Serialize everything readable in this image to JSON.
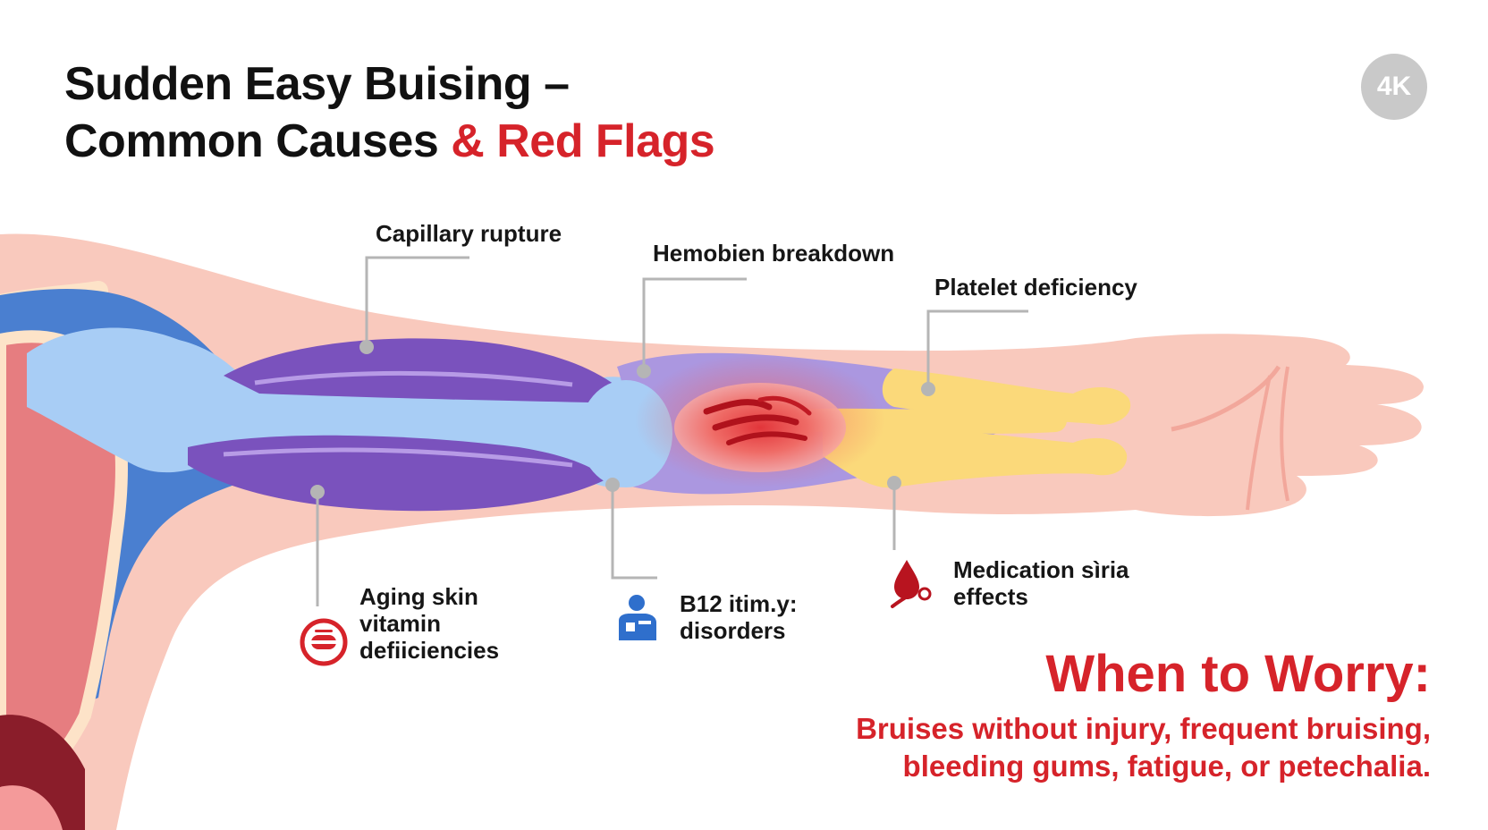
{
  "title": {
    "line1": "Sudden Easy Buising –",
    "line2_black": "Common Causes ",
    "line2_red": "& Red Flags"
  },
  "badge": "4K",
  "labels": {
    "capillary": "Capillary rupture",
    "hemobien": "Hemobien breakdown",
    "platelet": "Platelet deficiency",
    "aging_line1": "Aging skin",
    "aging_line2": "vitamin",
    "aging_line3": "defiiciencies",
    "b12_line1": "B12 itim.y:",
    "b12_line2": "disorders",
    "medication_line1": "Medication sìria",
    "medication_line2": "effects"
  },
  "worry": {
    "heading": "When to Worry:",
    "line1": "Bruises without injury, frequent bruising,",
    "line2": "bleeding gums, fatigue, or petechalia."
  },
  "colors": {
    "accent_red": "#d6232a",
    "skin": "#f9c9bd",
    "vein_blue": "#4a7fd0",
    "bone_light_blue": "#a8cdf5",
    "muscle_purple": "#7a52bd",
    "tendon_yellow": "#fbd97a",
    "bruise_red": "#e94b4b"
  },
  "icons": [
    "vitamin-capsule-icon",
    "person-medical-icon",
    "blood-drop-pill-icon"
  ]
}
